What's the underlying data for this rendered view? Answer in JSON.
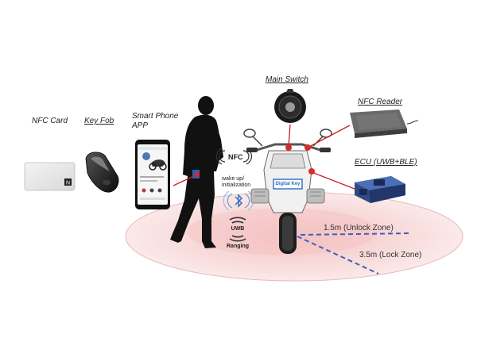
{
  "labels": {
    "nfc_card": "NFC Card",
    "key_fob": "Key Fob",
    "smart_phone_line1": "Smart Phone",
    "smart_phone_line2": "APP",
    "main_switch": "Main Switch",
    "nfc_reader": "NFC Reader",
    "ecu": "ECU (UWB+BLE)",
    "nfc_signal": "NFC",
    "wake_up_line1": "wake up/",
    "wake_up_line2": "initialization",
    "uwb": "UWB",
    "ranging": "Ranging",
    "digital_key": "Digital Key",
    "unlock_zone": "1.5m (Unlock Zone)",
    "lock_zone": "3.5m (Lock Zone)"
  },
  "icons": [
    "nfc-card-icon",
    "key-fob-icon",
    "smartphone-icon",
    "person-silhouette",
    "main-switch-icon",
    "nfc-reader-icon",
    "ecu-module-icon",
    "motorcycle-icon",
    "bluetooth-icon",
    "uwb-signal-icon",
    "nfc-wave-icon"
  ],
  "colors": {
    "zone_fill": "#f7d6d6",
    "connector": "#cc2222",
    "zone_line": "#3a62b8",
    "silhouette": "#111111"
  }
}
